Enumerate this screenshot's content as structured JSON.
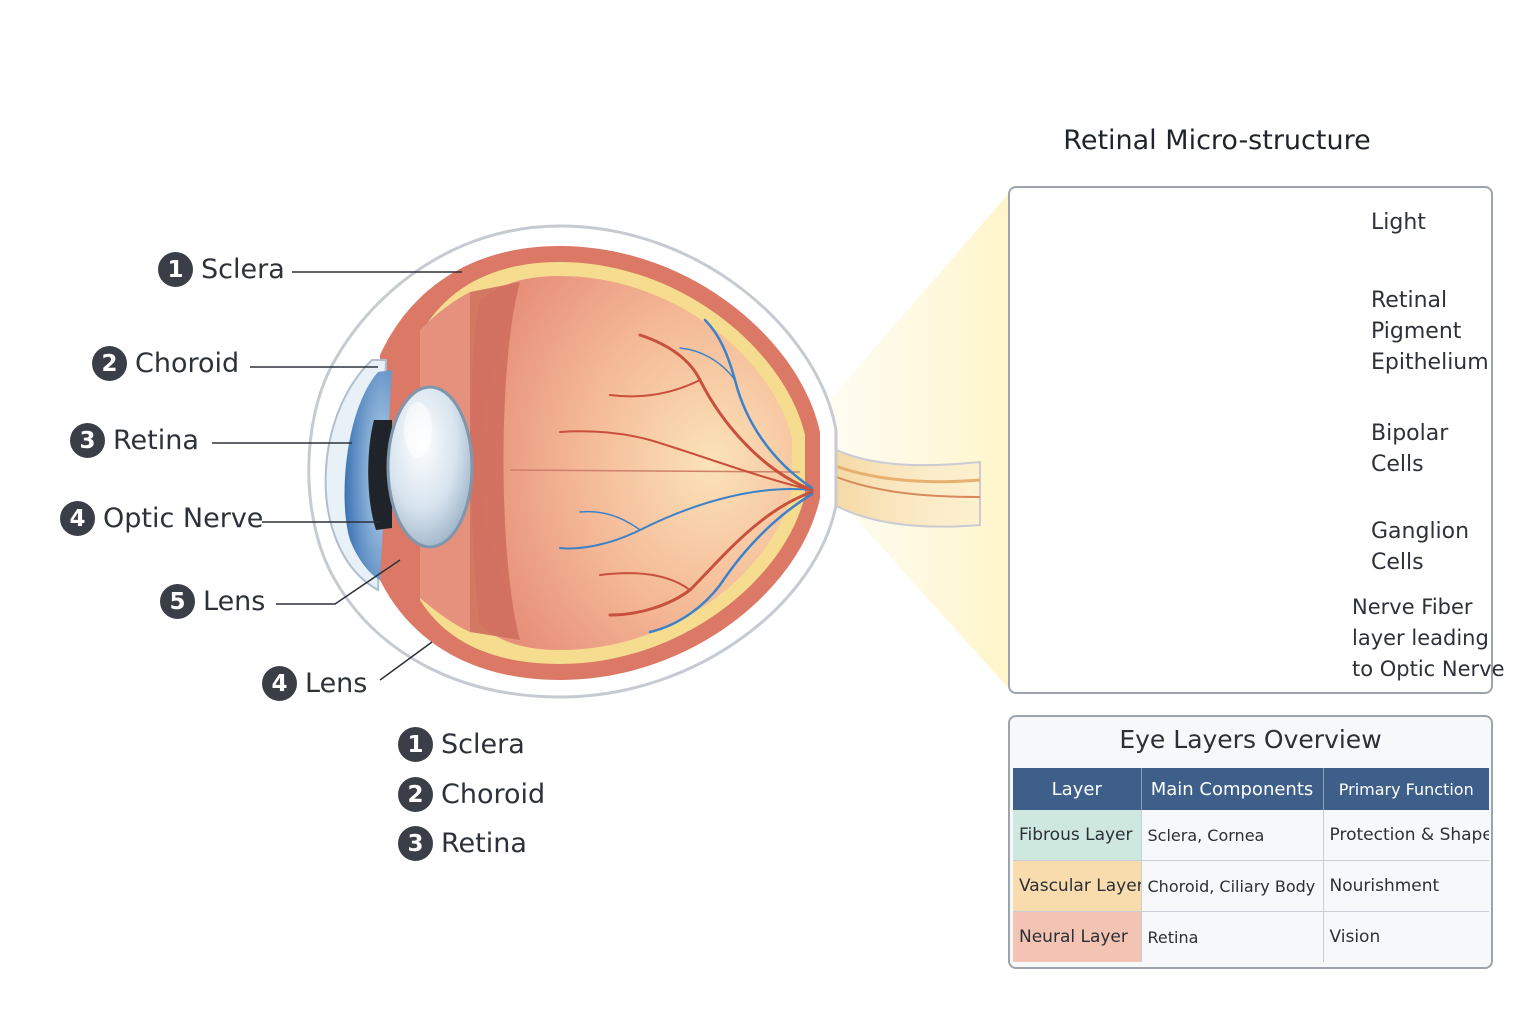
{
  "eye_labels": [
    {
      "number": "1",
      "text": "Sclera"
    },
    {
      "number": "2",
      "text": "Choroid"
    },
    {
      "number": "3",
      "text": "Retina"
    },
    {
      "number": "4",
      "text": "Optic Nerve"
    },
    {
      "number": "5",
      "text": "Lens"
    },
    {
      "number": "4",
      "text": "Lens"
    }
  ],
  "legend": [
    {
      "number": "1",
      "text": "Sclera"
    },
    {
      "number": "2",
      "text": "Choroid"
    },
    {
      "number": "3",
      "text": "Retina"
    }
  ],
  "retina": {
    "title": "Retinal Micro-structure",
    "labels": {
      "light": "Light",
      "rpe": [
        "Retinal",
        "Pigment",
        "Epithelium"
      ],
      "bipolar": [
        "Bipolar",
        "Cells"
      ],
      "ganglion": [
        "Ganglion",
        "Cells"
      ],
      "nerve_fiber": [
        "Nerve Fiber",
        "layer leading",
        "to Optic Nerve"
      ]
    }
  },
  "overview": {
    "title": "Eye Layers Overview",
    "headers": [
      "Layer",
      "Main Components",
      "Primary Function"
    ],
    "rows": [
      {
        "layer": "Fibrous Layer",
        "components": "Sclera, Cornea",
        "function": "Protection & Shape",
        "color": "#cfe8df"
      },
      {
        "layer": "Vascular Layer",
        "components": "Choroid, Ciliary Body",
        "function": "Nourishment",
        "color": "#f8dcae"
      },
      {
        "layer": "Neural Layer",
        "components": "Retina",
        "function": "Vision",
        "color": "#f3c4b4"
      }
    ]
  },
  "colors": {
    "sclera": "#ffffff",
    "choroid": "#dc7866",
    "retina_band": "#f5dc8e",
    "vitreous": "#f0a890",
    "artery": "#c8503c",
    "vein": "#3c82c8",
    "light_arrow": "#f6d72a",
    "signal_arrow": "#4a9de0",
    "table_header": "#3e5f8a"
  }
}
